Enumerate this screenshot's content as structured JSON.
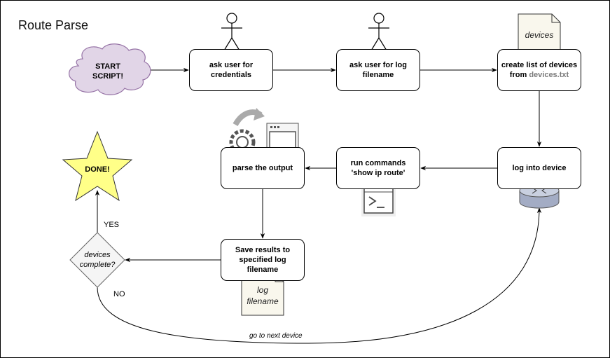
{
  "title": "Route Parse",
  "nodes": {
    "start": "START SCRIPT!",
    "ask_credentials": "ask user for credentials",
    "ask_log_filename": "ask user for log filename",
    "create_list_prefix": "create list of devices from",
    "create_list_file": "devices.txt",
    "log_into_device": "log into device",
    "run_commands": "run commands 'show ip route'",
    "parse_output": "parse the output",
    "save_results": "Save results to specified log filename",
    "devices_complete": "devices complete?",
    "done": "DONE!"
  },
  "documents": {
    "devices": "devices",
    "log_filename": "log filename"
  },
  "edge_labels": {
    "yes": "YES",
    "no": "NO",
    "next_device": "go to next device"
  },
  "colors": {
    "cloud_fill": "#e1d5e7",
    "cloud_stroke": "#9673a6",
    "star_fill": "#ffff88",
    "document_fill": "#f9f7ed",
    "decision_fill": "#f5f5f5",
    "router_fill": "#a3acc4"
  }
}
